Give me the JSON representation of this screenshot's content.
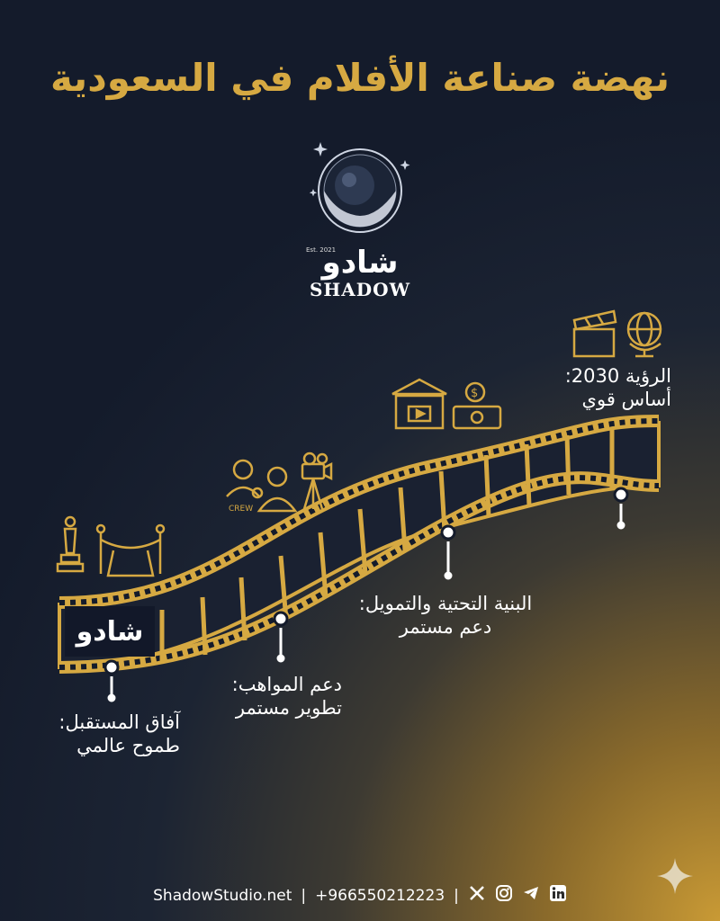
{
  "title": "نهضة صناعة الأفلام في السعودية",
  "logo": {
    "est": "Est. 2021",
    "name_ar": "شادو",
    "name_en": "SHADOW"
  },
  "badge": "شادو",
  "milestones": [
    {
      "line1": "آفاق المستقبل:",
      "line2": "طموح عالمي",
      "icons": [
        "oscar-statue-icon",
        "red-carpet-icon"
      ]
    },
    {
      "line1": "دعم المواهب:",
      "line2": "تطوير مستمر",
      "icons": [
        "crew-icon",
        "actor-icon",
        "movie-camera-icon"
      ],
      "crew_text": "CREW"
    },
    {
      "line1": "البنية التحتية والتمويل:",
      "line2": "دعم مستمر",
      "icons": [
        "cinema-building-icon",
        "money-icon"
      ]
    },
    {
      "line1": "الرؤية 2030:",
      "line2": "أساس قوي",
      "icons": [
        "clapperboard-icon",
        "globe-icon"
      ]
    }
  ],
  "footer": {
    "website": "ShadowStudio.net",
    "phone": "+966550212223",
    "social": [
      "x-icon",
      "instagram-icon",
      "telegram-icon",
      "linkedin-icon"
    ]
  },
  "colors": {
    "gold": "#d6a942",
    "navy": "#141b2b"
  }
}
